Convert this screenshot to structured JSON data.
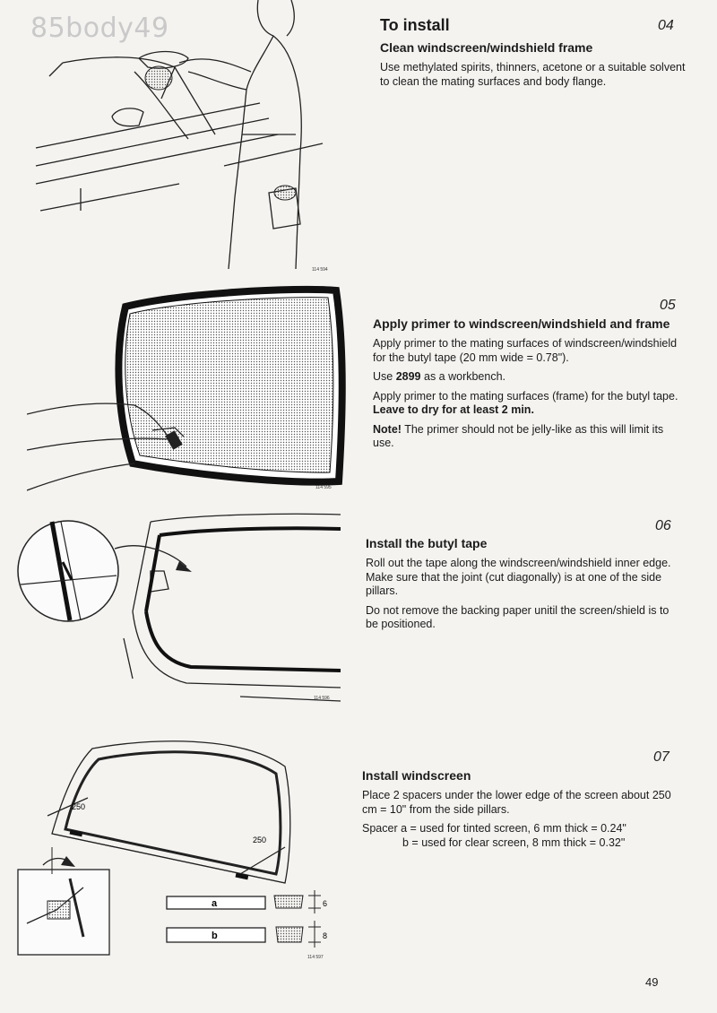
{
  "watermark": "85body49",
  "page_number": "49",
  "figures": [
    {
      "id": "114 594"
    },
    {
      "id": "114 595"
    },
    {
      "id": "114 596"
    },
    {
      "id": "114 597",
      "dim_a": "250",
      "dim_b": "250",
      "spacer_a": "a",
      "spacer_b": "b",
      "thick_a": "6",
      "thick_b": "8"
    }
  ],
  "sections": [
    {
      "step": "04",
      "main_title": "To install",
      "title": "Clean windscreen/windshield frame",
      "body": "Use methylated spirits, thinners, acetone or a suitable solvent to clean the mating surfaces and body flange."
    },
    {
      "step": "05",
      "title": "Apply primer to windscreen/windshield and frame",
      "p1": "Apply primer to the mating surfaces of windscreen/windshield for the butyl tape (20 mm wide = 0.78\").",
      "p2_pre": "Use ",
      "p2_bold": "2899",
      "p2_post": " as a workbench.",
      "p3_pre": "Apply primer to the mating surfaces (frame) for the butyl tape. ",
      "p3_bold": "Leave to dry for at least 2 min.",
      "p4_bold": "Note!",
      "p4_post": " The primer should not be jelly-like as this will limit its use."
    },
    {
      "step": "06",
      "title": "Install the butyl tape",
      "p1": "Roll out the tape along the windscreen/windshield inner edge. Make sure that the joint (cut diagonally) is at one of the side pillars.",
      "p2": "Do not remove the backing paper unitil the screen/shield is to be positioned."
    },
    {
      "step": "07",
      "title": "Install windscreen",
      "p1": "Place 2 spacers under the lower edge of the screen about 250 cm = 10\" from the side pillars.",
      "p2a_key": "Spacer a = ",
      "p2a_val": "used for tinted screen, 6 mm thick = 0.24\"",
      "p2b_key": "b = ",
      "p2b_val": "used for clear screen, 8 mm thick = 0.32\""
    }
  ]
}
